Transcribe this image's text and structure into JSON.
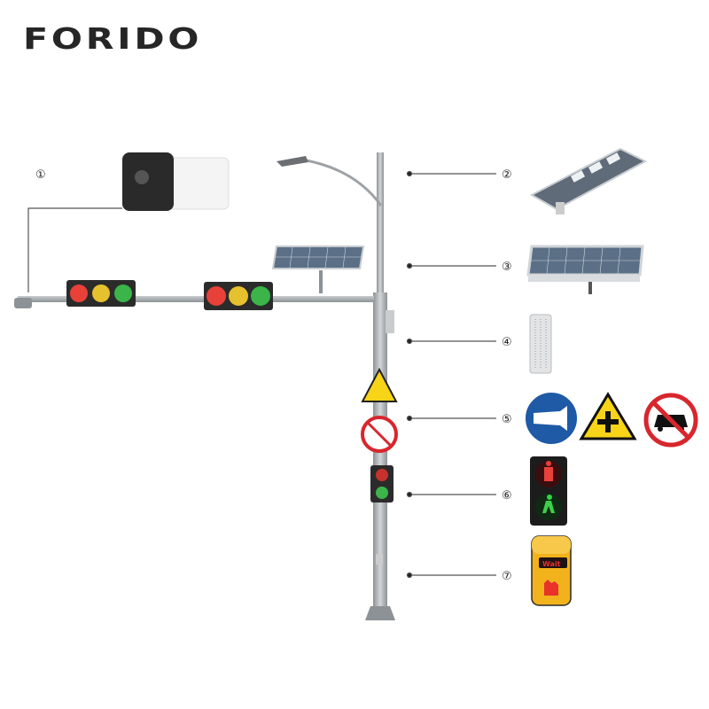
{
  "brand": {
    "logo_text": "FORIDO"
  },
  "callouts": [
    {
      "number": "①",
      "component": "camera"
    },
    {
      "number": "②",
      "component": "street-light"
    },
    {
      "number": "③",
      "component": "solar-panel"
    },
    {
      "number": "④",
      "component": "speaker"
    },
    {
      "number": "⑤",
      "component": "traffic-signs"
    },
    {
      "number": "⑥",
      "component": "pedestrian-signal"
    },
    {
      "number": "⑦",
      "component": "push-button"
    }
  ],
  "button_display_text": "Wait",
  "colors": {
    "pole": "#a7abaf",
    "red": "#e8413a",
    "yellow": "#e5c12e",
    "green": "#3bb44a",
    "sign_blue": "#1f5aa6",
    "sign_yellow": "#f7d417",
    "button_yellow": "#f2b21c"
  }
}
